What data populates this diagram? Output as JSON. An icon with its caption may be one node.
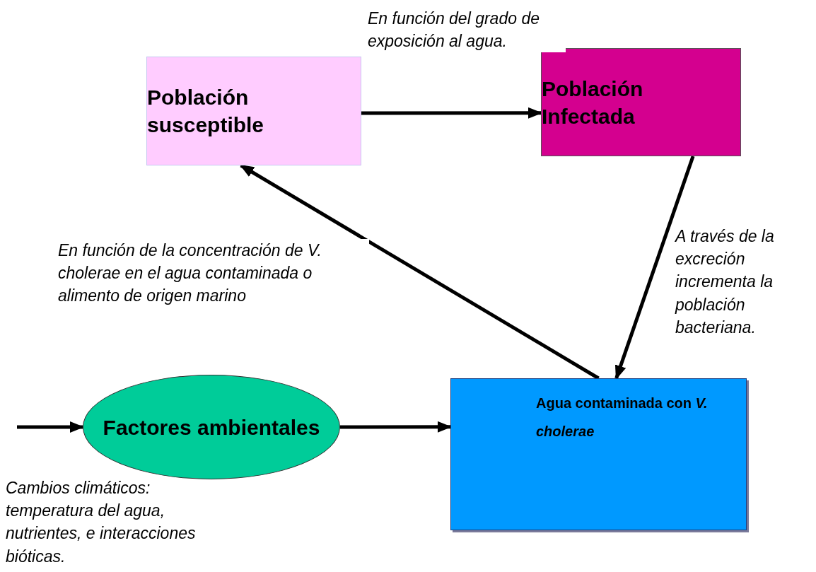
{
  "diagram": {
    "nodes": [
      {
        "text": [
          "Población susceptible"
        ]
      },
      {
        "text": [
          "Población Infectada"
        ]
      },
      {
        "text": [
          "Factores ambientales"
        ]
      },
      {
        "text": [
          "Agua contaminada con *V. cholerae*"
        ]
      }
    ],
    "edges": [
      {
        "from": 0,
        "to": 1,
        "arrow": "to",
        "label": "En función del grado de exposición al agua."
      },
      {
        "from": 1,
        "to": 3,
        "arrow": "to",
        "label": "A través de la excreción incrementa la población bacteriana."
      },
      {
        "from": 3,
        "to": 0,
        "arrow": "to",
        "label": "En función de la concentración de V. cholerae en el agua contaminada o alimento de origen marino"
      },
      {
        "from": 2,
        "to": 3,
        "arrow": "to"
      },
      {
        "from": null,
        "to": 2,
        "arrow": "to"
      }
    ],
    "labels": [
      "Cambios climáticos: temperatura del agua, nutrientes, e interacciones bióticas."
    ]
  }
}
